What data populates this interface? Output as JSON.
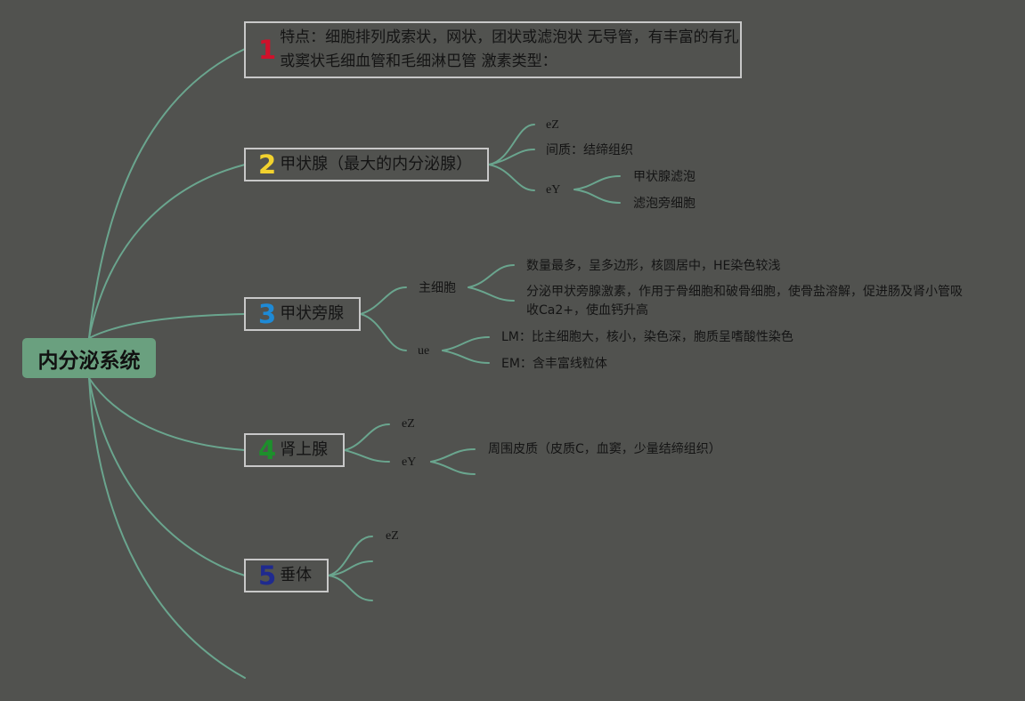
{
  "root": {
    "label": "内分泌系统"
  },
  "colors": {
    "background": "#51524f",
    "root_fill": "#6aa07f",
    "connector": "#6aa58e",
    "topic_border": "#c8c8c8",
    "num1": "#d0112b",
    "num2": "#f2d22e",
    "num3": "#1e8ad6",
    "num4": "#1d8f2c",
    "num5": "#1f2a8f"
  },
  "topics": [
    {
      "num": "1",
      "label": "特点：细胞排列成索状，网状，团状或滤泡状 无导管，有丰富的有孔或窦状毛细血管和毛细淋巴管 激素类型："
    },
    {
      "num": "2",
      "label": "甲状腺（最大的内分泌腺）"
    },
    {
      "num": "3",
      "label": "甲状旁腺"
    },
    {
      "num": "4",
      "label": "肾上腺"
    },
    {
      "num": "5",
      "label": "垂体"
    }
  ],
  "thyroid": {
    "capsule": "eZ",
    "stroma": "间质：结缔组织",
    "parenchyma": "eY",
    "follicle": "甲状腺滤泡",
    "parafollicular": "滤泡旁细胞"
  },
  "parathyroid": {
    "chief": "主细胞",
    "chief_1": "数量最多，呈多边形，核圆居中，HE染色较浅",
    "chief_2": "分泌甲状旁腺激素，作用于骨细胞和破骨细胞，使骨盐溶解，促进肠及肾小管吸收Ca2+，使血钙升高",
    "oxyphil": "ue",
    "oxyphil_lm": "LM：比主细胞大，核小，染色深，胞质呈嗜酸性染色",
    "oxyphil_em": "EM：含丰富线粒体"
  },
  "adrenal": {
    "capsule": "eZ",
    "parenchyma": "eY",
    "cortex": "周围皮质（皮质C，血窦，少量结缔组织）"
  },
  "pituitary": {
    "capsule": "eZ"
  }
}
